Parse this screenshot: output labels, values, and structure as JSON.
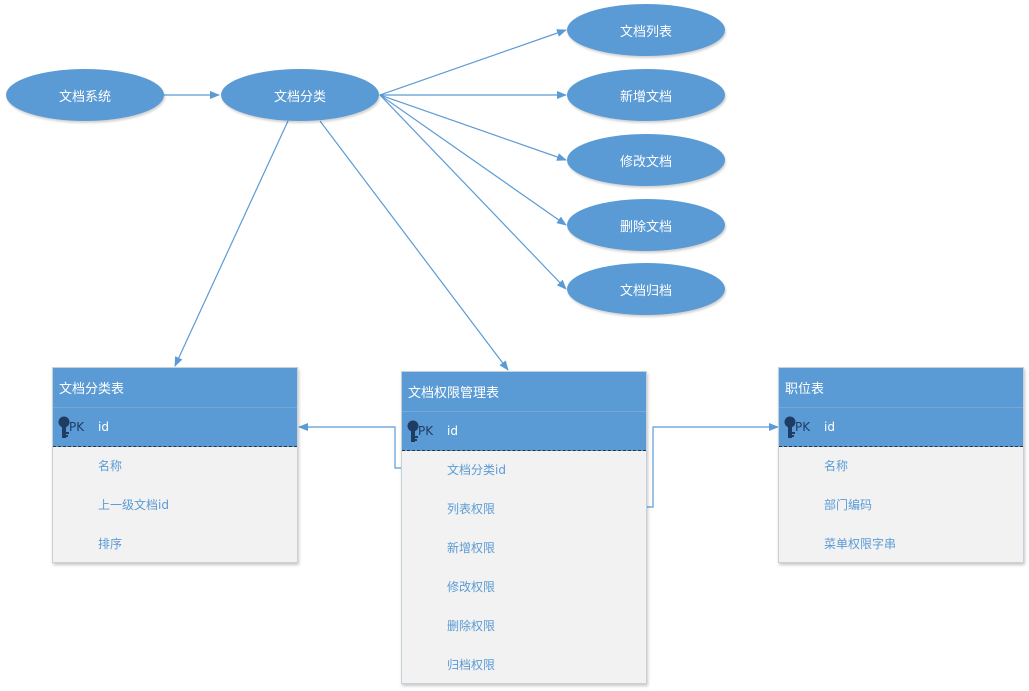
{
  "colors": {
    "node_fill": "#5b9bd5",
    "header_fill": "#5b9bd5",
    "line": "#5b9bd5",
    "body_fill": "#f2f2f2",
    "field_text": "#5b9bd5",
    "key_icon": "#1f3c63"
  },
  "nodes": {
    "system": "文档系统",
    "category": "文档分类",
    "doc_list": "文档列表",
    "add_doc": "新增文档",
    "edit_doc": "修改文档",
    "delete_doc": "删除文档",
    "archive_doc": "文档归档"
  },
  "tables": {
    "category_table": {
      "title": "文档分类表",
      "pk_label": "PK",
      "pk_field": "id",
      "fields": [
        "名称",
        "上一级文档id",
        "排序"
      ]
    },
    "permission_table": {
      "title": "文档权限管理表",
      "pk_label": "PK",
      "pk_field": "id",
      "fields": [
        "文档分类id",
        "列表权限",
        "新增权限",
        "修改权限",
        "删除权限",
        "归档权限"
      ]
    },
    "position_table": {
      "title": "职位表",
      "pk_label": "PK",
      "pk_field": "id",
      "fields": [
        "名称",
        "部门编码",
        "菜单权限字串"
      ]
    }
  }
}
